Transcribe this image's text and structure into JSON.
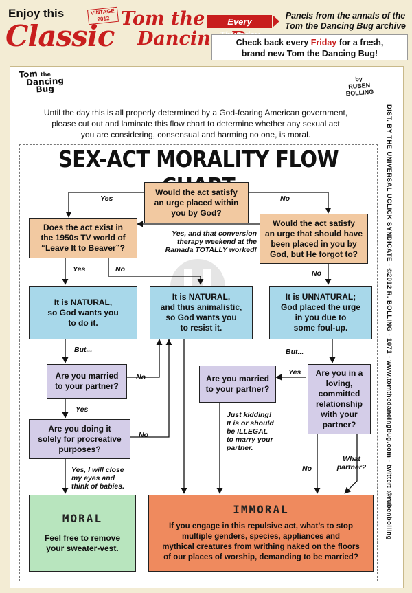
{
  "header": {
    "enjoy": "Enjoy this",
    "classic": "Classic",
    "vintage": "VINTAGE 2012",
    "strip_line1": "Tom the",
    "strip_line2": "Dancing Bug",
    "every_thursday": "Every Thursday",
    "panels_line1": "Panels from the annals of the",
    "panels_line2": "Tom the Dancing Bug archive",
    "check_pre": "Check back every ",
    "check_friday": "Friday",
    "check_post": " for a fresh,",
    "check_line2": "brand new Tom the Dancing Bug!"
  },
  "logo": {
    "line1": "Tom",
    "line1b": "the",
    "line2": "Dancing",
    "line3": "Bug"
  },
  "byline": {
    "line1": "by",
    "line2": "RUBEN",
    "line3": "BOLLING"
  },
  "sidebar_credit": "DIST. BY THE UNIVERSAL UCLICK SYNDICATE - ©2012 R. BOLLING - 1071 - www.tomthedancingbug.com - twitter: @rubenbolling",
  "intro": {
    "line1": "Until the day this is all properly determined by a God-fearing American government,",
    "line2": "please cut out and laminate this flow chart to determine whether any sexual act",
    "line3": "you are considering, consensual and harming no one, is moral."
  },
  "title": "SEX-ACT MORALITY FLOW CHART",
  "boxes": {
    "q_urge": [
      "Would the act satisfy",
      "an urge placed within",
      "you by God?"
    ],
    "q_exist": [
      "Does the act exist in",
      "the 1950s TV world of",
      "“Leave It to Beaver”?"
    ],
    "q_forgot": [
      "Would the act satisfy",
      "an urge that should have",
      "been placed in you by",
      "God, but He forgot to?"
    ],
    "natural_do": [
      "It is NATURAL,",
      "so God wants you",
      "to do it."
    ],
    "natural_resist": [
      "It is NATURAL,",
      "and thus animalistic,",
      "so God wants you",
      "to resist it."
    ],
    "unnatural": [
      "It is UNNATURAL;",
      "God placed the urge",
      "in you due to",
      "some foul-up."
    ],
    "married_left": [
      "Are you married",
      "to your partner?"
    ],
    "married_right": [
      "Are you married",
      "to your partner?"
    ],
    "loving": [
      "Are you in a",
      "loving,",
      "committed",
      "relationship",
      "with your",
      "partner?"
    ],
    "procreative": [
      "Are you doing it",
      "solely for procreative",
      "purposes?"
    ],
    "moral_title": "MORAL",
    "moral_text": [
      "Feel free to remove",
      "your sweater-vest."
    ],
    "immoral_title": "IMMORAL",
    "immoral_text": [
      "If you engage in this repulsive act, what’s to stop",
      "multiple genders, species, appliances and",
      "mythical creatures from writhing naked on the floors",
      "of our places of worship, demanding to be married?"
    ]
  },
  "labels": {
    "yes1": "Yes",
    "no1": "No",
    "conversion": [
      "Yes, and that conversion",
      "therapy weekend at the",
      "Ramada TOTALLY worked!"
    ],
    "yes2": "Yes",
    "no2": "No",
    "no3": "No",
    "but1": "But...",
    "but2": "But...",
    "no4": "No",
    "yes3": "Yes",
    "yes4": "Yes",
    "no5": "No",
    "close_eyes": [
      "Yes, I will close",
      "my eyes and",
      "think of babies."
    ],
    "kidding": [
      "Just kidding!",
      "It is or should",
      "be ILLEGAL",
      "to marry your",
      "partner."
    ],
    "no6": "No",
    "what_partner": [
      "What",
      "partner?"
    ]
  },
  "colors": {
    "brand_red": "#c81e1e",
    "tan": "#f2c9a1",
    "blue": "#a8d8ea",
    "lavender": "#d4cde8",
    "green": "#b8e5be",
    "orange": "#ef8a5e"
  }
}
